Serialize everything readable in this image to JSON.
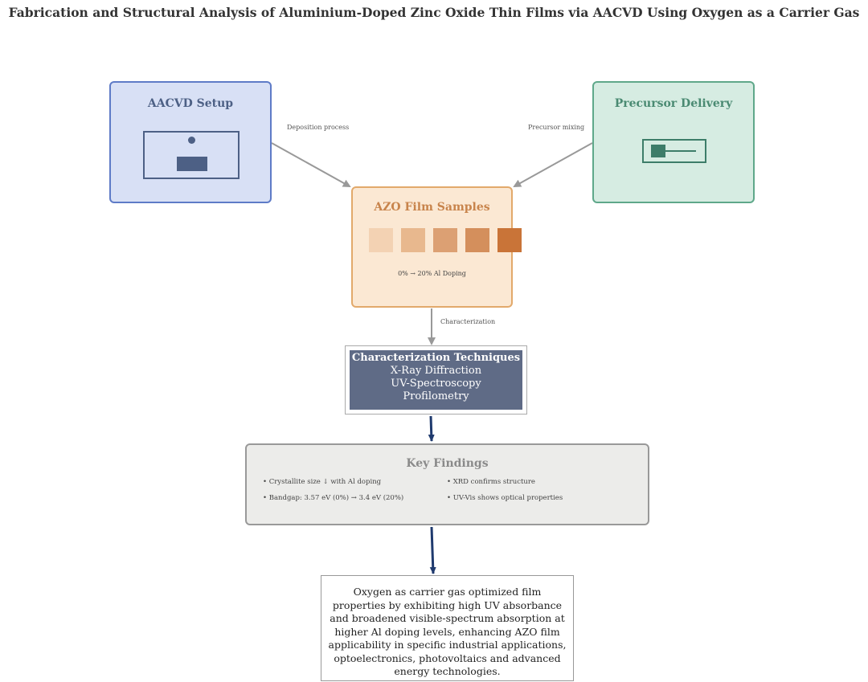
{
  "title": "Fabrication and Structural Analysis of Aluminium-Doped Zinc Oxide Thin Films via AACVD Using Oxygen as a Carrier Gas",
  "aacvd": {
    "title": "AACVD Setup"
  },
  "precursor": {
    "title": "Precursor Delivery"
  },
  "azo": {
    "title": "AZO Film Samples",
    "caption": "0% → 20% Al Doping",
    "swatch_colors": [
      "#f3d2b3",
      "#e8b88e",
      "#dca073",
      "#d48f5c",
      "#c97438"
    ]
  },
  "labels": {
    "deposition": "Deposition process",
    "mixing": "Precursor mixing",
    "characterization": "Characterization"
  },
  "characterization": {
    "title": "Characterization Techniques",
    "items": [
      "X-Ray Diffraction",
      "UV-Spectroscopy",
      "Profilometry"
    ]
  },
  "findings": {
    "title": "Key Findings",
    "items": [
      "• Crystallite size ↓ with Al doping",
      "• XRD confirms structure",
      "• Bandgap: 3.57 eV (0%) → 3.4 eV (20%)",
      "• UV-Vis shows optical properties"
    ]
  },
  "conclusion": {
    "text": "Oxygen as carrier gas optimized film properties by exhibiting high UV absorbance and broadened visible-spectrum absorption at higher Al doping levels, enhancing AZO film applicability in specific industrial applications, optoelectronics, photovoltaics and advanced energy technologies."
  },
  "colors": {
    "arrow_gray": "#999999",
    "arrow_navy": "#1f3a6e"
  }
}
